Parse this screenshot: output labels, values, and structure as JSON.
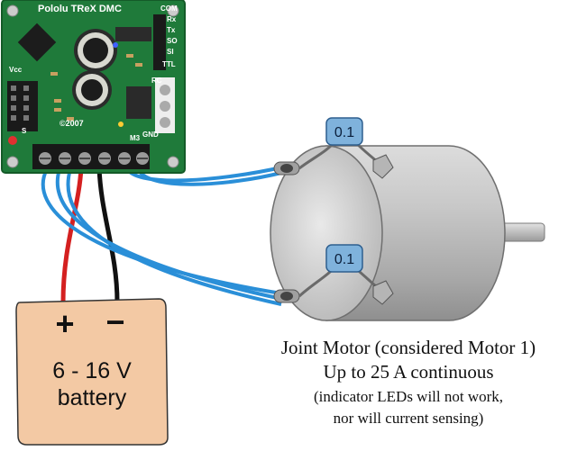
{
  "board": {
    "title": "Pololu TReX DMC",
    "copyright": "©2007",
    "pin_labels": [
      "COM",
      "Rx",
      "Tx",
      "SO",
      "SI",
      "TTL",
      "RC",
      "Vcc",
      "S",
      "M3",
      "GND"
    ]
  },
  "capacitors": [
    {
      "label": "0.1"
    },
    {
      "label": "0.1"
    }
  ],
  "battery": {
    "plus": "+",
    "minus": "−",
    "voltage": "6 - 16 V",
    "name": "battery"
  },
  "caption": {
    "line1": "Joint Motor (considered Motor 1)",
    "line2": "Up to 25 A continuous",
    "line3": "(indicator LEDs will not work,",
    "line4": "nor will current sensing)"
  },
  "colors": {
    "pcb": "#1f7a3a",
    "wire_blue": "#2a8fd8",
    "wire_red": "#d42020",
    "wire_black": "#111111",
    "battery_fill": "#f3c9a4",
    "cap_blue": "#7fb2dc",
    "motor_body": "#c2c2c2"
  }
}
